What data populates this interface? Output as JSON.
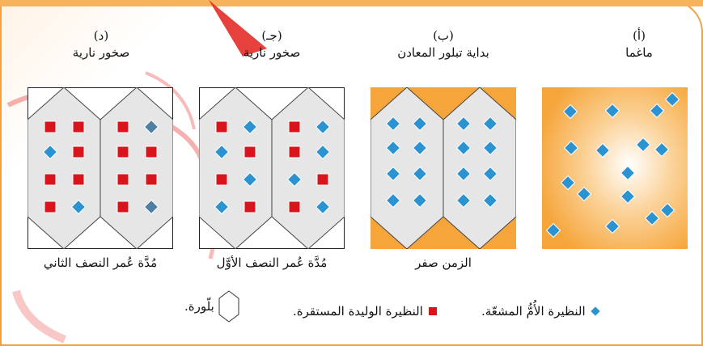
{
  "panels": [
    {
      "letter": "(أ)",
      "title": "ماغما",
      "caption": ""
    },
    {
      "letter": "(ب)",
      "title": "بداية تبلور المعادن",
      "caption": "الزمن صفر"
    },
    {
      "letter": "(جـ)",
      "title": "صخور نارية",
      "caption": "مُدَّة عُمر النصف الأوَّل"
    },
    {
      "letter": "(د)",
      "title": "صخور نارية",
      "caption": "مُدَّة عُمر النصف الثاني"
    }
  ],
  "legend": {
    "parent": "النظيرة الأُمُّ المشعّة.",
    "daughter": "النظيرة الوليدة المستقرة.",
    "crystal": "بلّورة."
  },
  "colors": {
    "parent": "#2b93d1",
    "daughter": "#d8141c",
    "magma": "#f6a53a",
    "crystal": "#e6e6e6",
    "frame": "#f3a040"
  }
}
